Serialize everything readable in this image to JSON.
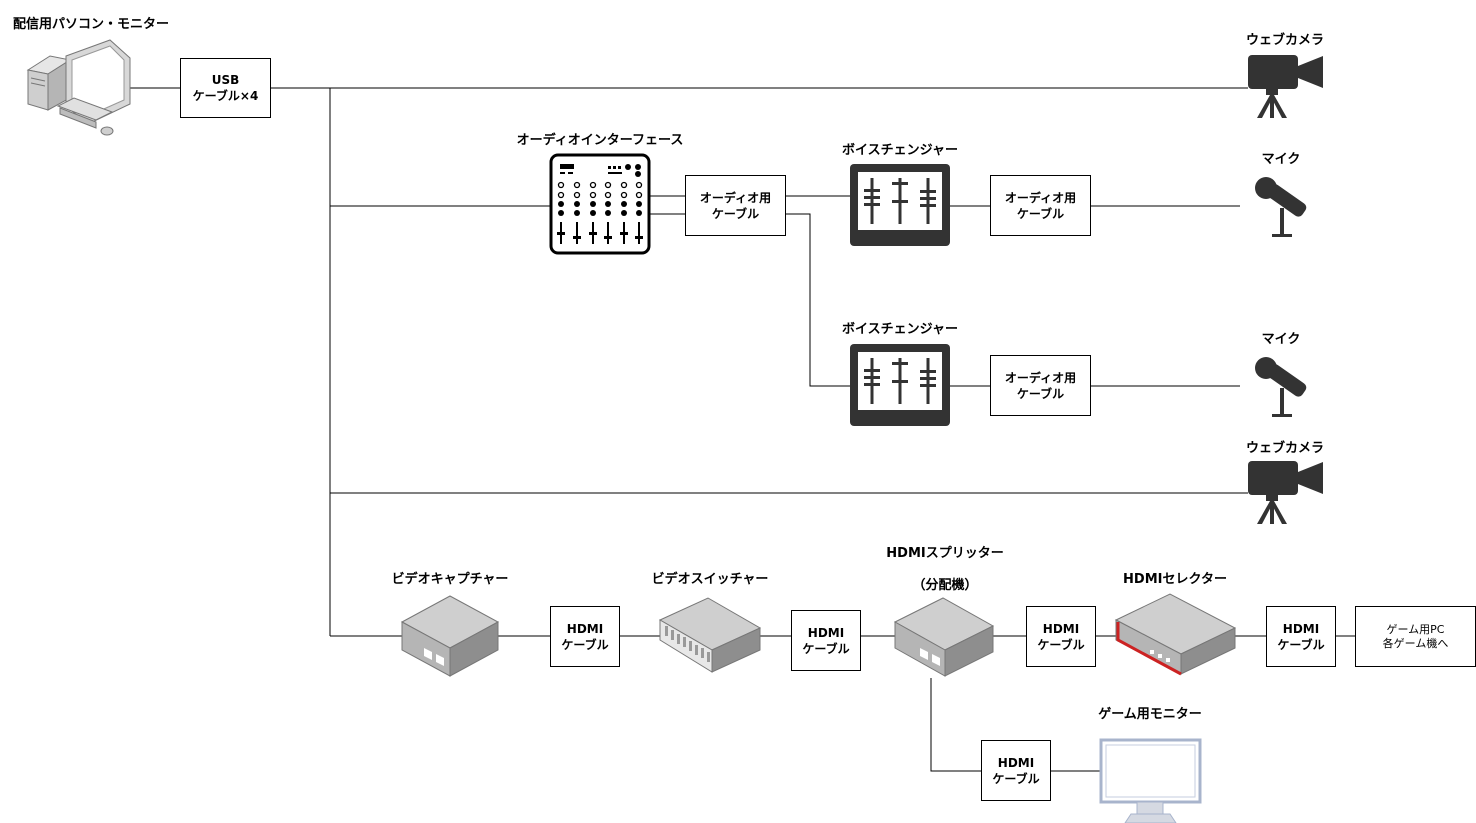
{
  "nodes": {
    "pc": {
      "label": "配信用パソコン・モニター"
    },
    "webcam1": {
      "label": "ウェブカメラ"
    },
    "audio_interface": {
      "label": "オーディオインターフェース"
    },
    "voice_changer1": {
      "label": "ボイスチェンジャー"
    },
    "voice_changer2": {
      "label": "ボイスチェンジャー"
    },
    "mic1": {
      "label": "マイク"
    },
    "mic2": {
      "label": "マイク"
    },
    "webcam2": {
      "label": "ウェブカメラ"
    },
    "video_capture": {
      "label": "ビデオキャプチャー"
    },
    "video_switcher": {
      "label": "ビデオスイッチャー"
    },
    "hdmi_splitter": {
      "label": "HDMIスプリッター",
      "sublabel": "（分配機）"
    },
    "hdmi_selector": {
      "label": "HDMIセレクター"
    },
    "game_monitor": {
      "label": "ゲーム用モニター"
    }
  },
  "cables": {
    "usb": {
      "line1": "USB",
      "line2": "ケーブル×4"
    },
    "audio1": {
      "line1": "オーディオ用",
      "line2": "ケーブル"
    },
    "audio2": {
      "line1": "オーディオ用",
      "line2": "ケーブル"
    },
    "audio3": {
      "line1": "オーディオ用",
      "line2": "ケーブル"
    },
    "hdmi1": {
      "line1": "HDMI",
      "line2": "ケーブル"
    },
    "hdmi2": {
      "line1": "HDMI",
      "line2": "ケーブル"
    },
    "hdmi3": {
      "line1": "HDMI",
      "line2": "ケーブル"
    },
    "hdmi4": {
      "line1": "HDMI",
      "line2": "ケーブル"
    },
    "hdmi5": {
      "line1": "HDMI",
      "line2": "ケーブル"
    }
  },
  "game_sources": {
    "line1": "ゲーム用PC",
    "line2": "各ゲーム機へ"
  },
  "colors": {
    "device_dark": "#333333",
    "line": "#000000",
    "selector_accent": "#cc2222",
    "monitor_frame": "#a8b4cc"
  }
}
